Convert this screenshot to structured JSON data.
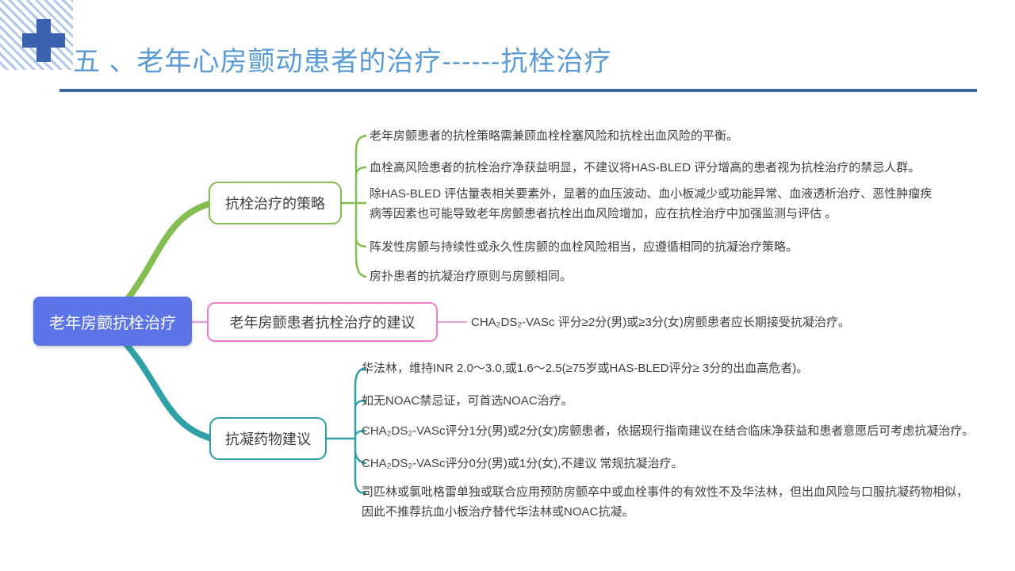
{
  "slide": {
    "title": "五 、老年心房颤动患者的治疗------抗栓治疗"
  },
  "palette": {
    "titleblue": "#5B9BD5",
    "rule": "#38689E",
    "plus": "#3A62AE",
    "stripe": "#AFC7E8",
    "rootblue": "#5B74E6",
    "green": "#84BE50",
    "teal": "#2FA0A6",
    "pink": "#EC82C4",
    "pinkline": "#E2A3D6"
  },
  "mindmap": {
    "root": {
      "label": "老年房颤抗栓治疗"
    },
    "branches": [
      {
        "label": "抗栓治疗的策略",
        "leaves": [
          "老年房颤患者的抗栓策略需兼顾血栓栓塞风险和抗栓出血风险的平衡。",
          "血栓高风险患者的抗栓治疗净获益明显，不建议将HAS-BLED 评分增高的患者视为抗栓治疗的禁忌人群。",
          "除HAS-BLED 评估量表相关要素外，显著的血压波动、血小板减少或功能异常、血液透析治疗、恶性肿瘤疾\n病等因素也可能导致老年房颤患者抗栓出血风险增加，应在抗栓治疗中加强监测与评估 。",
          "阵发性房颤与持续性或永久性房颤的血栓风险相当，应遵循相同的抗凝治疗策略。",
          "房扑患者的抗凝治疗原则与房颤相同。"
        ]
      },
      {
        "label": "老年房颤患者抗栓治疗的建议",
        "leaves": [
          "CHA₂DS₂-VASc 评分≥2分(男)或≥3分(女)房颤患者应长期接受抗凝治疗。"
        ]
      },
      {
        "label": "抗凝药物建议",
        "leaves": [
          "华法林，维持INR 2.0～3.0,或1.6～2.5(≥75岁或HAS-BLED评分≥ 3分的出血高危者)。",
          "如无NOAC禁忌证，可首选NOAC治疗。",
          "CHA₂DS₂-VASc评分1分(男)或2分(女)房颤患者，依据现行指南建议在结合临床净获益和患者意愿后可考虑抗凝治疗。",
          "CHA₂DS₂-VASc评分0分(男)或1分(女),不建议 常规抗凝治疗。",
          "司匹林或氯吡格雷单独或联合应用预防房颤卒中或血栓事件的有效性不及华法林，但出血风险与口服抗凝药物相似，\n因此不推荐抗血小板治疗替代华法林或NOAC抗凝。"
        ]
      }
    ]
  }
}
